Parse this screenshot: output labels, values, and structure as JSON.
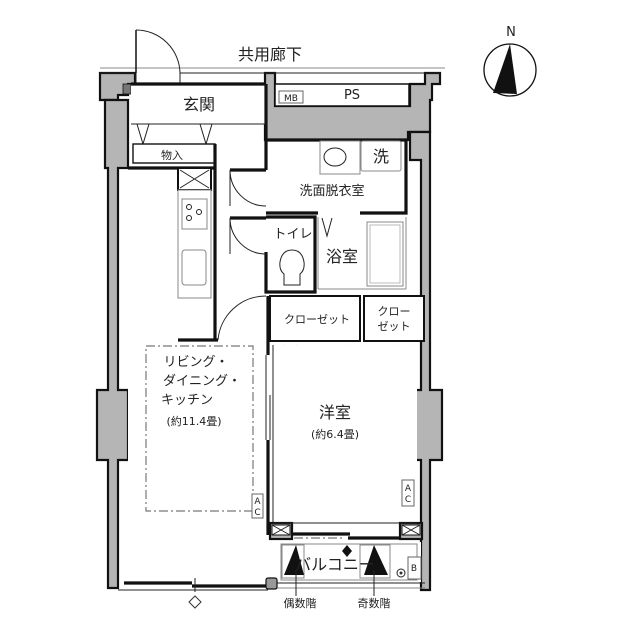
{
  "plan": {
    "corridor_label": "共用廊下",
    "compass": {
      "label": "N",
      "icon": "north-arrow-icon"
    },
    "rooms": {
      "entrance": "玄関",
      "storage": "物入",
      "washroom": "洗面脱衣室",
      "washer": "洗",
      "toilet": "トイレ",
      "bathroom": "浴室",
      "closet_1": "クローゼット",
      "closet_2_line1": "クロー",
      "closet_2_line2": "ゼット",
      "ldk_line1": "リビング・",
      "ldk_line2": "ダイニング・",
      "ldk_line3": "キッチン",
      "ldk_size": "(約11.4畳)",
      "western": "洋室",
      "western_size": "(約6.4畳)",
      "balcony": "バルコニー"
    },
    "fixtures": {
      "meter_box": "MB",
      "pipe_space": "PS",
      "ac_left_1": "A",
      "ac_left_2": "C",
      "ac_right_1": "A",
      "ac_right_2": "C",
      "balcony_box": "B"
    },
    "stairs": {
      "even_floors": "偶数階",
      "odd_floors": "奇数階"
    },
    "colors": {
      "wall_fill": "#b5b5b5",
      "line": "#111111",
      "background": "#ffffff"
    }
  }
}
